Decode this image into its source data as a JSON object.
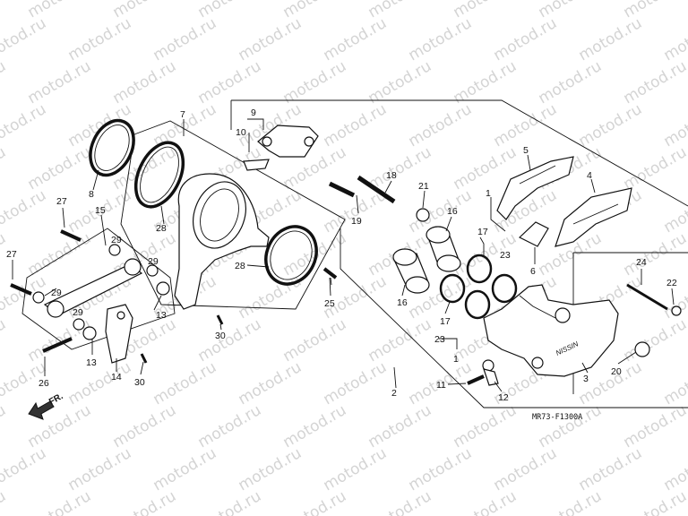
{
  "watermark": "motod.ru",
  "diagram_code": "MR73-F1300A",
  "direction_label": "FR.",
  "caliper_logo": "NISSIN",
  "callouts": [
    "1",
    "1",
    "2",
    "3",
    "4",
    "5",
    "6",
    "7",
    "8",
    "9",
    "10",
    "11",
    "12",
    "13",
    "13",
    "14",
    "15",
    "16",
    "16",
    "17",
    "17",
    "18",
    "19",
    "20",
    "21",
    "22",
    "23",
    "23",
    "24",
    "25",
    "26",
    "27",
    "27",
    "28",
    "28",
    "29",
    "29",
    "29",
    "29",
    "30",
    "30"
  ]
}
